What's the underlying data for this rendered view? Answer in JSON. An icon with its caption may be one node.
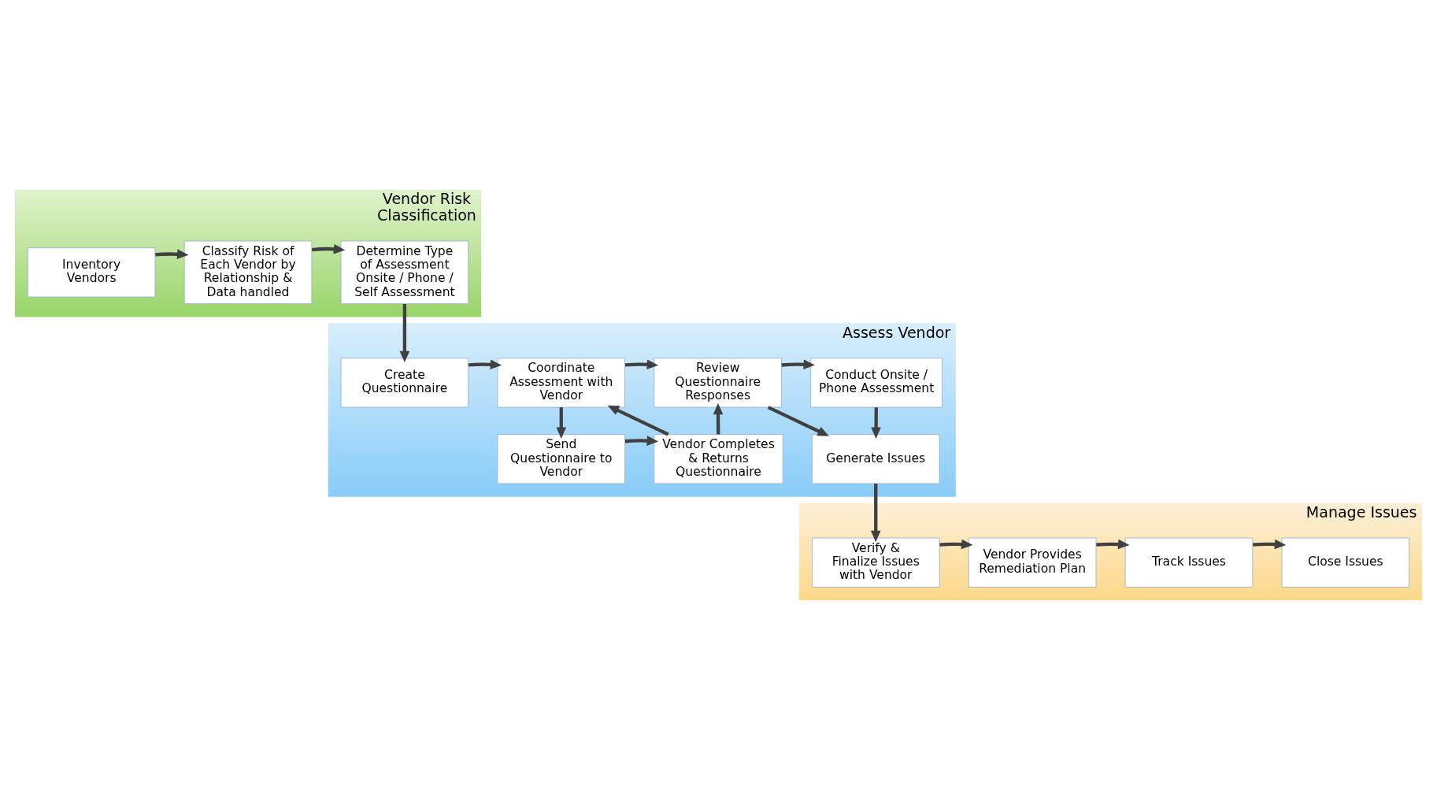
{
  "diagram": {
    "nodes": [
      {
        "text": [
          "Vendor Risk Classification"
        ]
      },
      {
        "text": [
          "Inventory Vendors"
        ],
        "in": 0
      },
      {
        "text": [
          "Classify Risk of Each Vendor by Relationship & Data handled"
        ],
        "in": 0
      },
      {
        "text": [
          "Determine Type of Assessment Onsite / Phone / Self Assessment"
        ],
        "in": 0
      },
      {
        "text": [
          "Assess Vendor"
        ]
      },
      {
        "text": [
          "Create Questionnaire"
        ],
        "in": 4
      },
      {
        "text": [
          "Coordinate Assessment with Vendor"
        ],
        "in": 4
      },
      {
        "text": [
          "Review Questionnaire Responses"
        ],
        "in": 4
      },
      {
        "text": [
          "Conduct Onsite / Phone Assessment"
        ],
        "in": 4
      },
      {
        "text": [
          "Send Questionnaire to Vendor"
        ],
        "in": 4
      },
      {
        "text": [
          "Vendor Completes & Returns Questionnaire"
        ],
        "in": 4
      },
      {
        "text": [
          "Generate Issues"
        ],
        "in": 4
      },
      {
        "text": [
          "Manage Issues"
        ]
      },
      {
        "text": [
          "Verify & Finalize Issues with Vendor"
        ],
        "in": 12
      },
      {
        "text": [
          "Vendor Provides Remediation Plan"
        ],
        "in": 12
      },
      {
        "text": [
          "Track Issues"
        ],
        "in": 12
      },
      {
        "text": [
          "Close Issues"
        ],
        "in": 12
      }
    ],
    "edges": [
      {
        "from": 1,
        "to": 2,
        "arrow": "to"
      },
      {
        "from": 2,
        "to": 3,
        "arrow": "to"
      },
      {
        "from": 3,
        "to": 5,
        "arrow": "to"
      },
      {
        "from": 5,
        "to": 6,
        "arrow": "to"
      },
      {
        "from": 6,
        "to": 7,
        "arrow": "to"
      },
      {
        "from": 7,
        "to": 8,
        "arrow": "to"
      },
      {
        "from": 6,
        "to": 9,
        "arrow": "to"
      },
      {
        "from": 10,
        "to": 6,
        "arrow": "to"
      },
      {
        "from": 10,
        "to": 7,
        "arrow": "to"
      },
      {
        "from": 9,
        "to": 10,
        "arrow": "to"
      },
      {
        "from": 7,
        "to": 11,
        "arrow": "to"
      },
      {
        "from": 8,
        "to": 11,
        "arrow": "to"
      },
      {
        "from": 11,
        "to": 13,
        "arrow": "to"
      },
      {
        "from": 13,
        "to": 14,
        "arrow": "to"
      },
      {
        "from": 14,
        "to": 15,
        "arrow": "to"
      },
      {
        "from": 15,
        "to": 16,
        "arrow": "to"
      }
    ]
  }
}
